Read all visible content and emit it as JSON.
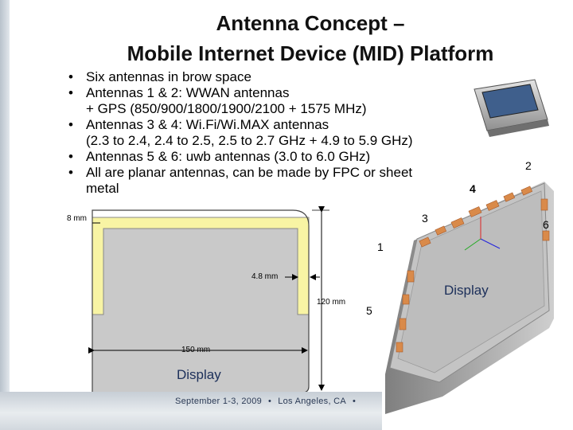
{
  "title": {
    "line1": "Antenna Concept –",
    "line2": "Mobile Internet Device (MID) Platform"
  },
  "bullets": [
    {
      "lines": [
        "Six antennas in brow space"
      ]
    },
    {
      "lines": [
        "Antennas 1 & 2: WWAN antennas",
        "+ GPS (850/900/1800/1900/2100 + 1575 MHz)"
      ]
    },
    {
      "lines": [
        "Antennas 3 & 4: Wi.Fi/Wi.MAX antennas",
        "(2.3 to 2.4, 2.4 to 2.5, 2.5 to 2.7 GHz + 4.9 to 5.9 GHz)"
      ]
    },
    {
      "lines": [
        "Antennas 5 & 6: uwb antennas (3.0 to 6.0 GHz)"
      ]
    },
    {
      "lines": [
        "All are planar antennas, can be made by FPC or sheet",
        "metal"
      ]
    }
  ],
  "bullet_char": "•",
  "drawing": {
    "dim_8mm": "8 mm",
    "dim_4_8mm": "4.8 mm",
    "dim_120mm": "120 mm",
    "dim_150mm": "150 mm",
    "display_label": "Display"
  },
  "render_3d": {
    "display_label": "Display",
    "antenna_labels": [
      "1",
      "2",
      "3",
      "4",
      "5",
      "6"
    ]
  },
  "footer": {
    "date": "September 1-3, 2009",
    "location": "Los Angeles, CA",
    "separator": "•"
  },
  "colors": {
    "antenna_band": "#f8f4a4",
    "board": "#c9c9c9",
    "antenna_patch": "#d98a4a"
  }
}
